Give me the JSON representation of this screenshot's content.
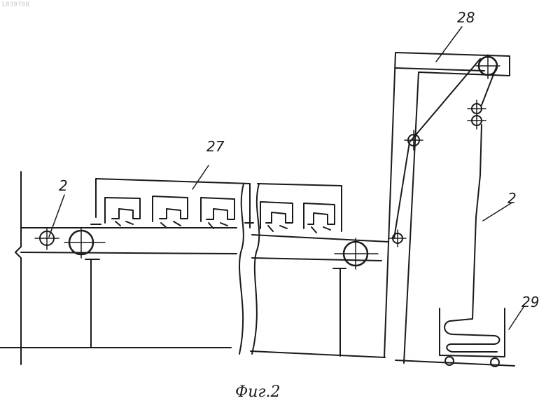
{
  "document_number": "1839788",
  "labels": {
    "top_frame": "28",
    "left_pulley": "2",
    "right_strip": "2",
    "cabinet": "27",
    "bin": "29"
  },
  "caption": "Фиг.2",
  "colors": {
    "ink": "#1a1a1a",
    "paper": "#ffffff"
  }
}
